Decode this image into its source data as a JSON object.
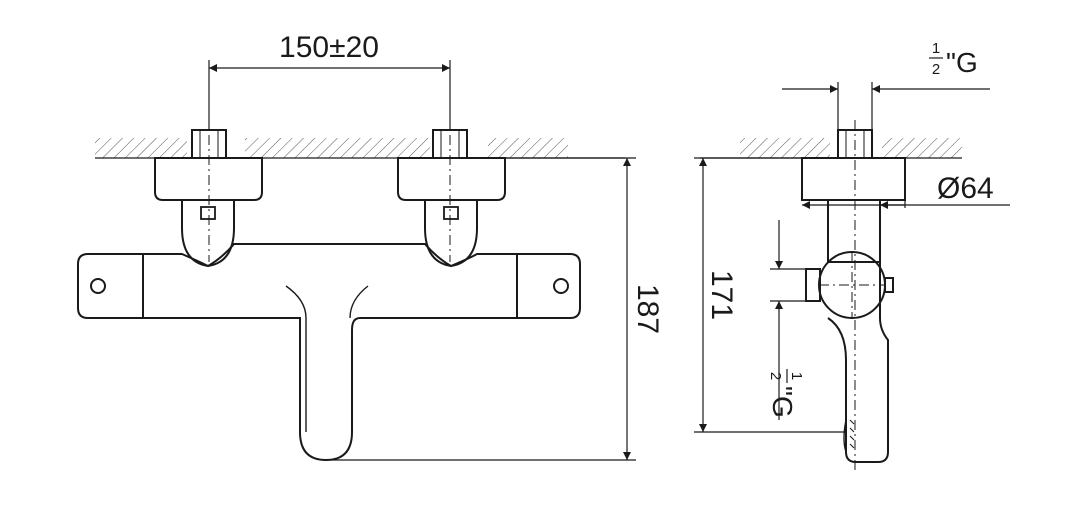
{
  "dimensions": {
    "spacing": "150±20",
    "height_total": "187",
    "height_outlet": "171",
    "diameter": "Ø64",
    "thread_top": {
      "num": "1",
      "den": "2",
      "mark": "\"G"
    },
    "thread_side": {
      "num": "1",
      "den": "2",
      "mark": "\"G"
    }
  },
  "colors": {
    "stroke": "#1a1a1a",
    "hatch": "#555555",
    "background": "#ffffff"
  }
}
